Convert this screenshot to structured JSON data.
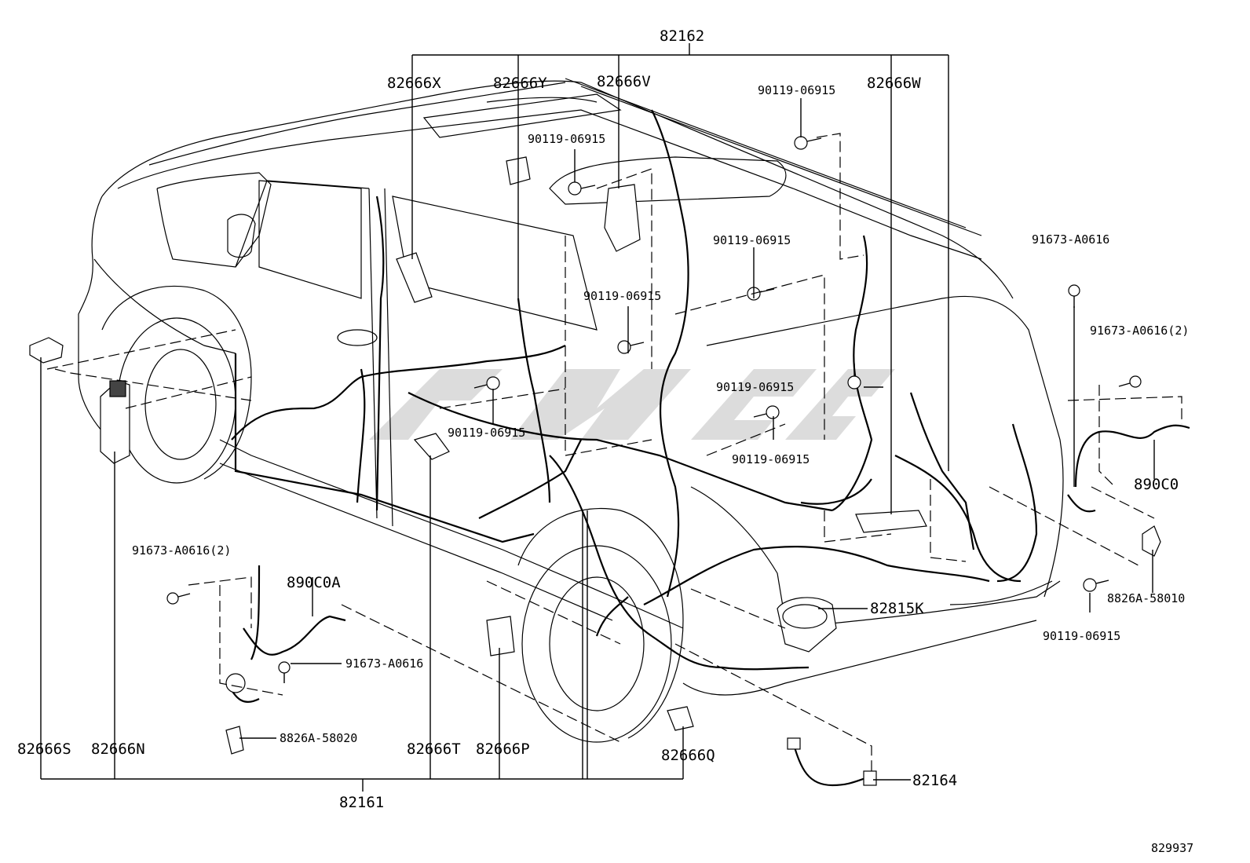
{
  "diagram_id": "829937",
  "labels": {
    "top_group": "82162",
    "bottom_group": "82161",
    "p_82666X": "82666X",
    "p_82666Y": "82666Y",
    "p_82666V": "82666V",
    "p_82666W": "82666W",
    "p_82666S": "82666S",
    "p_82666N": "82666N",
    "p_82666T": "82666T",
    "p_82666P": "82666P",
    "p_82666Q": "82666Q",
    "p_82164": "82164",
    "p_82815K": "82815K",
    "p_890C0": "890C0",
    "p_890C0A": "890C0A",
    "bolt_90119_a": "90119-06915",
    "bolt_90119_b": "90119-06915",
    "bolt_90119_c": "90119-06915",
    "bolt_90119_d": "90119-06915",
    "bolt_90119_e": "90119-06915",
    "bolt_90119_f": "90119-06915",
    "bolt_90119_g": "90119-06915",
    "bolt_90119_h": "90119-06915",
    "clip_91673_a": "91673-A0616",
    "clip_91673_b": "91673-A0616(2)",
    "clip_91673_c": "91673-A0616(2)",
    "clip_91673_d": "91673-A0616",
    "bracket_58010": "8826A-58010",
    "bracket_58020": "8826A-58020"
  }
}
